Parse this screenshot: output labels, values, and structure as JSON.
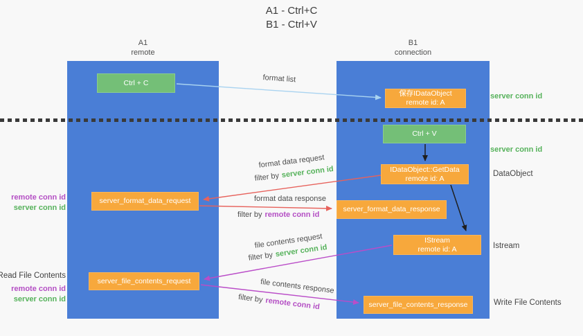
{
  "title": {
    "line1": "A1 - Ctrl+C",
    "line2": "B1 - Ctrl+V"
  },
  "lifelines": {
    "a1": {
      "id": "A1",
      "role": "remote"
    },
    "b1": {
      "id": "B1",
      "role": "connection"
    }
  },
  "nodes": {
    "ctrl_c": {
      "label": "Ctrl + C"
    },
    "ctrl_v": {
      "label": "Ctrl + V"
    },
    "save_idataobject": {
      "line1": "保存IDataObject",
      "line2": "remote id: A"
    },
    "getdata": {
      "line1": "IDataObject::GetData",
      "line2": "remote id: A"
    },
    "istream": {
      "line1": "IStream",
      "line2": "remote id: A"
    },
    "format_data_request": {
      "label": "server_format_data_request"
    },
    "format_data_response": {
      "label": "server_format_data_response"
    },
    "file_contents_request": {
      "label": "server_file_contents_request"
    },
    "file_contents_response": {
      "label": "server_file_contents_response"
    }
  },
  "labels": {
    "format_list": "format list",
    "filter_by": "filter by",
    "server_conn_id": "server conn id",
    "remote_conn_id": "remote conn id",
    "format_data_request": "format data request",
    "format_data_response": "format data response",
    "file_contents_request": "file contents request",
    "file_contents_response": "file contents response",
    "dataobject": "DataObject",
    "istream": "Istream",
    "read_file_contents": "Read File Contents",
    "write_file_contents": "Write File Contents"
  },
  "colors": {
    "column_blue": "#4a7ed6",
    "node_green": "#74bf77",
    "node_orange": "#f7a83c",
    "arrow_blue": "#a9d3f0",
    "arrow_red": "#e7625c",
    "arrow_purple": "#ba4dc8",
    "arrow_black": "#1f1f1f",
    "text_green": "#56b25b",
    "text_purple": "#b44fc4",
    "text_gray": "#4d4d4d",
    "background": "#f8f8f8"
  }
}
